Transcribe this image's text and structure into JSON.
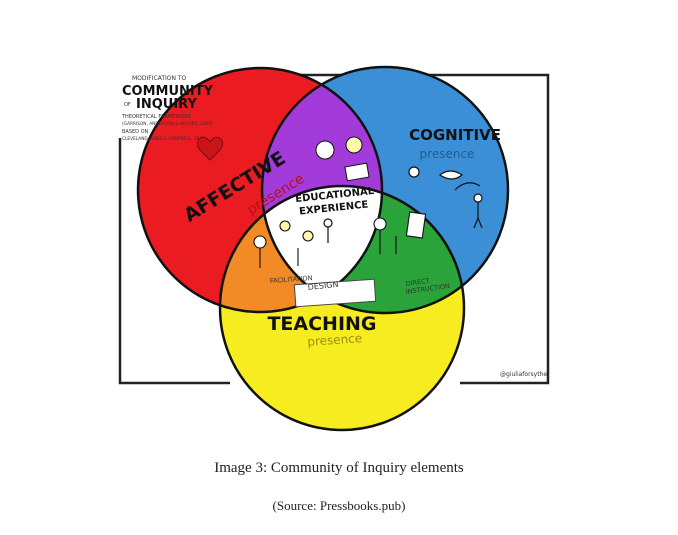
{
  "header": {
    "line1": "MODIFICATION TO",
    "line2": "COMMUNITY",
    "line3": "OF",
    "line4": "INQUIRY",
    "line5": "THEORETICAL FRAMEWORK",
    "line6": "(GARRISON, ANDERSON & ARCHER, 2000)",
    "line7": "BASED ON",
    "line8": "CLEVELAND-INNES & CAMPBELL, 2012"
  },
  "circles": {
    "affective": {
      "title": "AFFECTIVE",
      "subtitle": "presence",
      "color": "#ea1c22"
    },
    "cognitive": {
      "title": "COGNITIVE",
      "subtitle": "presence",
      "color": "#3a8fd6"
    },
    "teaching": {
      "title": "TEACHING",
      "subtitle": "presence",
      "color": "#f7ec1f"
    }
  },
  "overlaps": {
    "affective_cognitive_color": "#a23bd9",
    "affective_teaching_color": "#f28a25",
    "cognitive_teaching_color": "#2aa33a",
    "center_line1": "EDUCATIONAL",
    "center_line2": "EXPERIENCE"
  },
  "labels": {
    "facilitation": "FACILITATION",
    "design": "DESIGN",
    "direct_instruction_1": "DIRECT",
    "direct_instruction_2": "INSTRUCTION",
    "signature": "@giuliaforsythe"
  },
  "caption": {
    "title": "Image 3: Community of Inquiry elements",
    "source": "(Source: Pressbooks.pub)"
  }
}
